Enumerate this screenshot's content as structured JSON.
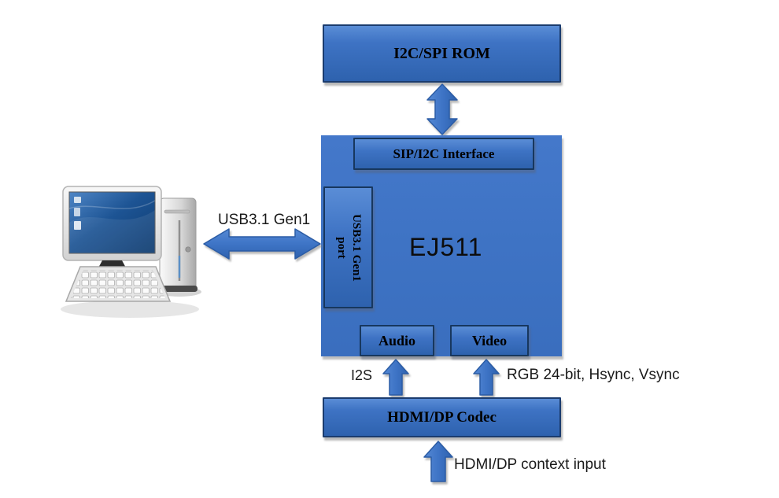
{
  "colors": {
    "block-fill": "#3e73c4",
    "block-fill-light": "#5a8dd6",
    "block-fill-dark": "#2e62ae",
    "block-border": "#1b3c6e",
    "inner-border": "#17375e",
    "arrow-fill": "#3e74c6",
    "arrow-fill-light": "#5589d4",
    "arrow-border": "#2b5ca5",
    "label-color": "#1a1a1a"
  },
  "blocks": {
    "rom": {
      "label": "I2C/SPI ROM"
    },
    "sip": {
      "label": "SIP/I2C Interface"
    },
    "usb_port": {
      "line1": "USB3.1 Gen1",
      "line2": "port"
    },
    "main": {
      "label": "EJ511"
    },
    "audio": {
      "label": "Audio"
    },
    "video": {
      "label": "Video"
    },
    "codec": {
      "label": "HDMI/DP Codec"
    }
  },
  "labels": {
    "usb_link": "USB3.1 Gen1",
    "i2s": "I2S",
    "rgb": "RGB 24-bit, Hsync, Vsync",
    "hdmi_input": "HDMI/DP context input"
  },
  "icons": {
    "host_pc": "desktop-computer-icon"
  },
  "connections": [
    {
      "from": "Host PC",
      "to": "USB3.1 Gen1 port",
      "type": "bidirectional",
      "label": "USB3.1 Gen1"
    },
    {
      "from": "I2C/SPI ROM",
      "to": "SIP/I2C Interface",
      "type": "bidirectional",
      "label": ""
    },
    {
      "from": "HDMI/DP Codec",
      "to": "Audio",
      "type": "up",
      "label": "I2S"
    },
    {
      "from": "HDMI/DP Codec",
      "to": "Video",
      "type": "up",
      "label": "RGB 24-bit, Hsync, Vsync"
    },
    {
      "from": "HDMI/DP context input",
      "to": "HDMI/DP Codec",
      "type": "up",
      "label": "HDMI/DP context input"
    }
  ]
}
